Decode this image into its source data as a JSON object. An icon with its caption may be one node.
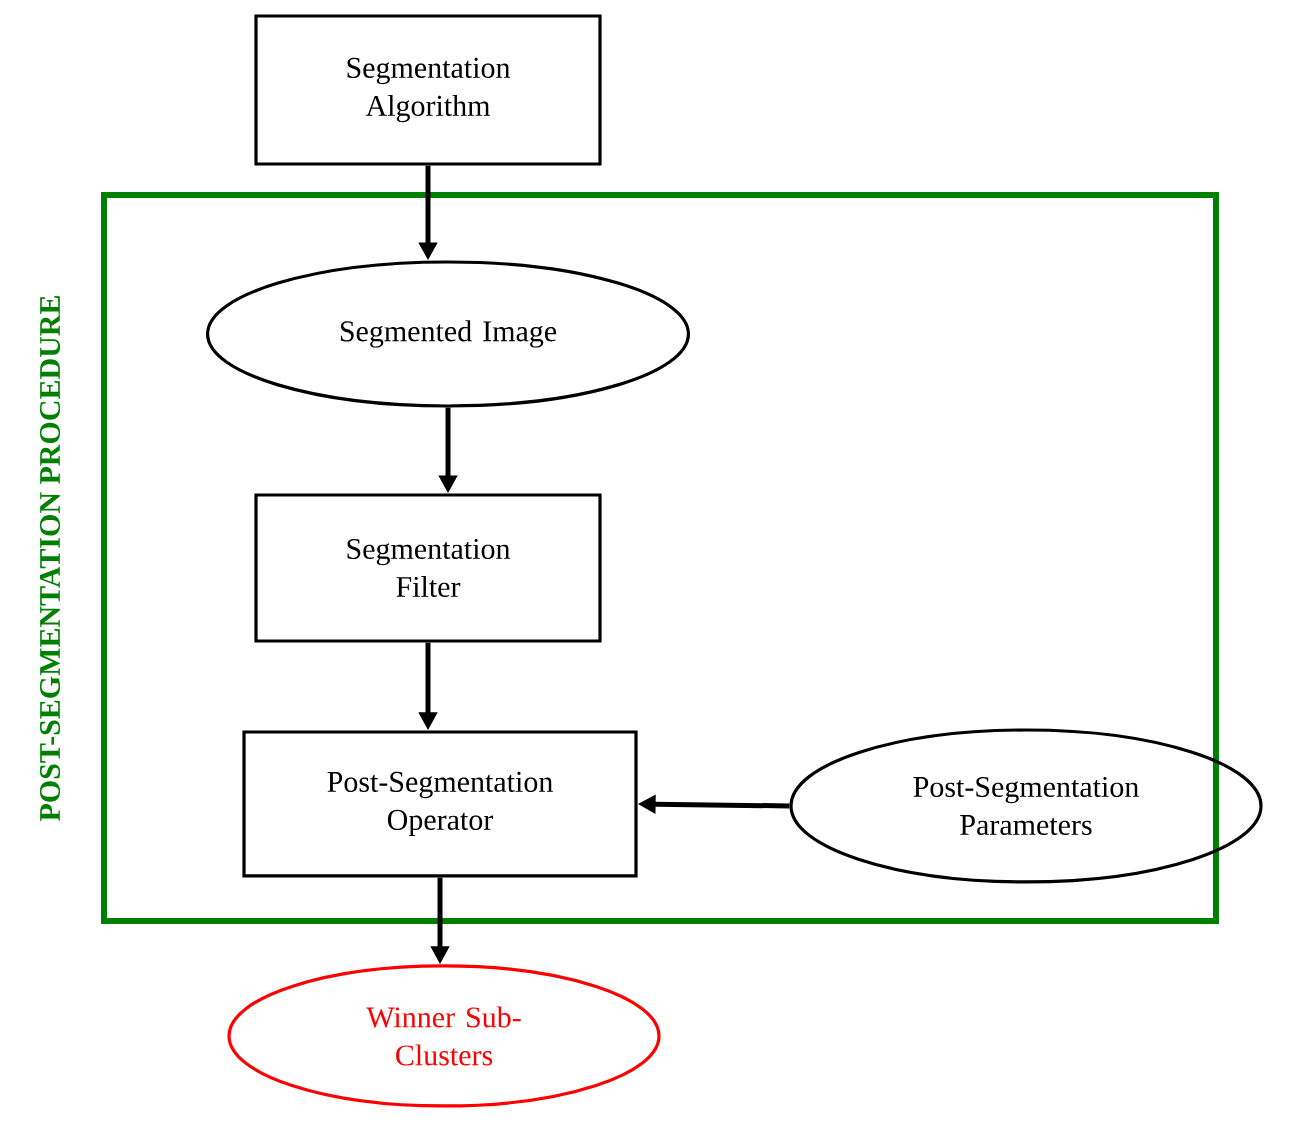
{
  "diagram": {
    "nodes": [
      {
        "text": [
          "Segmentation Algorithm"
        ]
      },
      {
        "text": [
          "POST-SEGMENTATION PROCEDURE"
        ]
      },
      {
        "text": [
          "Segmented Image"
        ],
        "in": 1
      },
      {
        "text": [
          "Segmentation Filter"
        ],
        "in": 1
      },
      {
        "text": [
          "Post-Segmentation Operator"
        ],
        "in": 1
      },
      {
        "text": [
          "Post-Segmentation Parameters"
        ]
      },
      {
        "text": [
          "Winner Sub-Clusters"
        ]
      }
    ],
    "edges": [
      {
        "from": 0,
        "to": 2,
        "arrow": "to"
      },
      {
        "from": 2,
        "to": 3,
        "arrow": "to"
      },
      {
        "from": 3,
        "to": 4,
        "arrow": "to"
      },
      {
        "from": 5,
        "to": 4,
        "arrow": "to"
      },
      {
        "from": 4,
        "to": 6,
        "arrow": "to"
      }
    ]
  }
}
